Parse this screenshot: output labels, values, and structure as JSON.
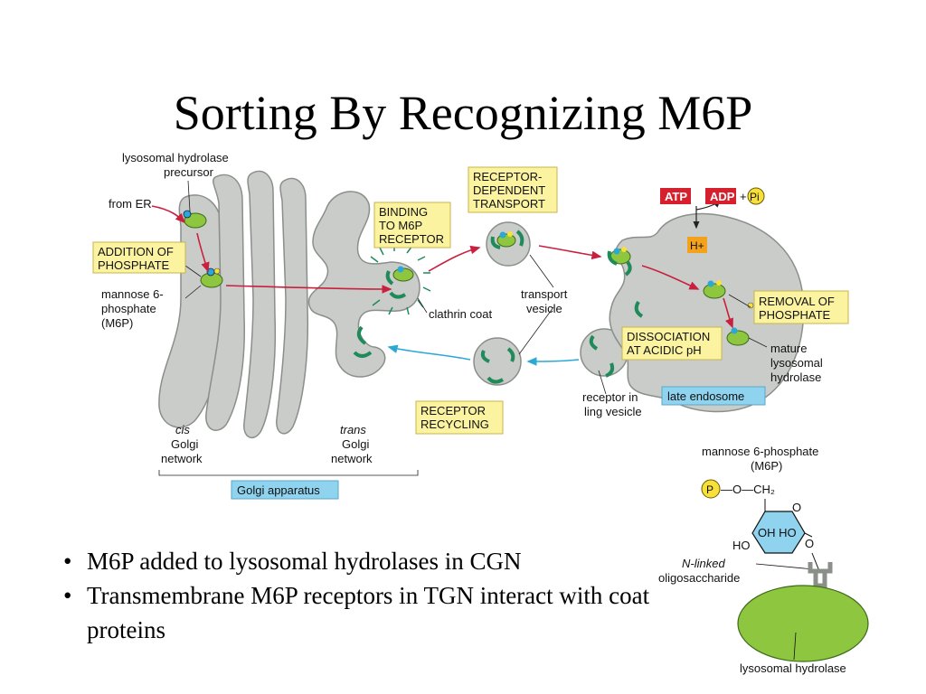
{
  "title": "Sorting By Recognizing M6P",
  "bullets": [
    "M6P added to lysosomal hydrolases in CGN",
    "Transmembrane M6P receptors in TGN interact with coat proteins"
  ],
  "labels": {
    "precursor_l1": "lysosomal hydrolase",
    "precursor_l2": "precursor",
    "from_er": "from ER",
    "addition_l1": "ADDITION OF",
    "addition_l2": "PHOSPHATE",
    "m6p_l1": "mannose 6-",
    "m6p_l2": "phosphate",
    "m6p_l3": "(M6P)",
    "binding_l1": "BINDING",
    "binding_l2": "TO M6P",
    "binding_l3": "RECEPTOR",
    "clathrin": "clathrin coat",
    "rdt_l1": "RECEPTOR-",
    "rdt_l2": "DEPENDENT",
    "rdt_l3": "TRANSPORT",
    "transport_l1": "transport",
    "transport_l2": "vesicle",
    "atp": "ATP",
    "adp": "ADP",
    "plus": "+",
    "pi": "Pi",
    "hplus": "H+",
    "removal_l1": "REMOVAL OF",
    "removal_l2": "PHOSPHATE",
    "dissoc_l1": "DISSOCIATION",
    "dissoc_l2": "AT ACIDIC pH",
    "mature_l1": "mature",
    "mature_l2": "lysosomal",
    "mature_l3": "hydrolase",
    "receptor_in_l1": "receptor in",
    "receptor_in_l2": "ling vesicle",
    "late_endosome": "late endosome",
    "recycling_l1": "RECEPTOR",
    "recycling_l2": "RECYCLING",
    "cis_l1": "cis",
    "cis_l2": "Golgi",
    "cis_l3": "network",
    "trans_l1": "trans",
    "trans_l2": "Golgi",
    "trans_l3": "network",
    "golgi_apparatus": "Golgi apparatus"
  },
  "structure": {
    "title_l1": "mannose 6-phosphate",
    "title_l2": "(M6P)",
    "p": "P",
    "o_ch2": "—O—CH₂",
    "o_top": "O",
    "oh_ho": "OH HO",
    "ho": "HO",
    "o_bottom": "O",
    "nlinked_l1": "N-linked",
    "nlinked_l2": "oligosaccharide",
    "hydrolase": "lysosomal hydrolase"
  },
  "colors": {
    "golgi_fill": "#c9ccc9",
    "outline": "#8a8f8a",
    "yellow_box": "#fbf3a0",
    "blue_box": "#8fd3ee",
    "arrow_red": "#c8203f",
    "arrow_cyan": "#2aa8d6",
    "receptor_green": "#1f8a5a",
    "protein_green": "#8ec63f",
    "atp_red": "#d7202e",
    "h_orange": "#f4a21c",
    "ring_blue": "#8fd3ee"
  }
}
